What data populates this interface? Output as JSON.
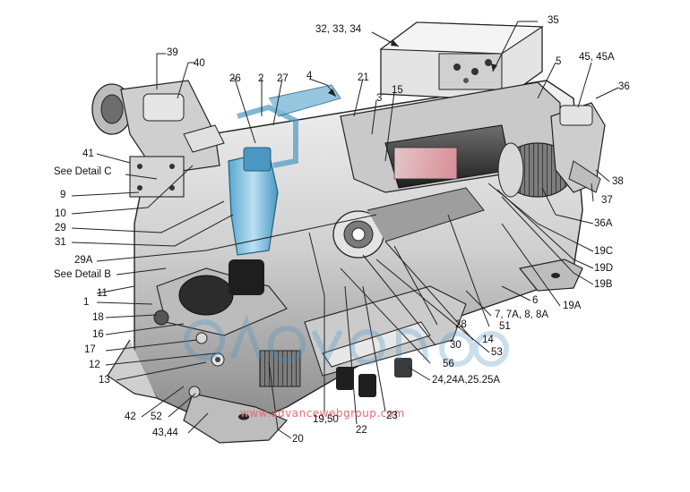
{
  "callouts": [
    {
      "id": "c_32_33_34",
      "text": "32, 33, 34"
    },
    {
      "id": "c_35",
      "text": "35"
    },
    {
      "id": "c_39",
      "text": "39"
    },
    {
      "id": "c_40",
      "text": "40"
    },
    {
      "id": "c_26",
      "text": "26"
    },
    {
      "id": "c_2",
      "text": "2"
    },
    {
      "id": "c_27",
      "text": "27"
    },
    {
      "id": "c_4",
      "text": "4"
    },
    {
      "id": "c_21",
      "text": "21"
    },
    {
      "id": "c_3",
      "text": "3"
    },
    {
      "id": "c_15",
      "text": "15"
    },
    {
      "id": "c_5",
      "text": "5"
    },
    {
      "id": "c_45_45A",
      "text": "45, 45A"
    },
    {
      "id": "c_36",
      "text": "36"
    },
    {
      "id": "c_41",
      "text": "41"
    },
    {
      "id": "c_detail_c",
      "text": "See Detail C"
    },
    {
      "id": "c_9",
      "text": "9"
    },
    {
      "id": "c_10",
      "text": "10"
    },
    {
      "id": "c_29",
      "text": "29"
    },
    {
      "id": "c_31",
      "text": "31"
    },
    {
      "id": "c_29A",
      "text": "29A"
    },
    {
      "id": "c_detail_b",
      "text": "See Detail B"
    },
    {
      "id": "c_11",
      "text": "11"
    },
    {
      "id": "c_1",
      "text": "1"
    },
    {
      "id": "c_18",
      "text": "18"
    },
    {
      "id": "c_16",
      "text": "16"
    },
    {
      "id": "c_17",
      "text": "17"
    },
    {
      "id": "c_12",
      "text": "12"
    },
    {
      "id": "c_13",
      "text": "13"
    },
    {
      "id": "c_42",
      "text": "42"
    },
    {
      "id": "c_52",
      "text": "52"
    },
    {
      "id": "c_43_44",
      "text": "43,44"
    },
    {
      "id": "c_20",
      "text": "20"
    },
    {
      "id": "c_19_50",
      "text": "19,50"
    },
    {
      "id": "c_22",
      "text": "22"
    },
    {
      "id": "c_23",
      "text": "23"
    },
    {
      "id": "c_24_25",
      "text": "24,24A,25.25A"
    },
    {
      "id": "c_56",
      "text": "56"
    },
    {
      "id": "c_53",
      "text": "53"
    },
    {
      "id": "c_30",
      "text": "30"
    },
    {
      "id": "c_14",
      "text": "14"
    },
    {
      "id": "c_28",
      "text": "28"
    },
    {
      "id": "c_51",
      "text": "51"
    },
    {
      "id": "c_7_8",
      "text": "7, 7A, 8, 8A"
    },
    {
      "id": "c_6",
      "text": "6"
    },
    {
      "id": "c_19A",
      "text": "19A"
    },
    {
      "id": "c_19B",
      "text": "19B"
    },
    {
      "id": "c_19D",
      "text": "19D"
    },
    {
      "id": "c_19C",
      "text": "19C"
    },
    {
      "id": "c_36A",
      "text": "36A"
    },
    {
      "id": "c_37",
      "text": "37"
    },
    {
      "id": "c_38",
      "text": "38"
    }
  ],
  "watermark": {
    "logo_text": "advance",
    "site_text": "www.advancewebgroup.com"
  },
  "colors": {
    "line": "#222222",
    "metal": "#d9d9d9",
    "metal_dark": "#9a9a9a",
    "highlight": "#8fc9e6",
    "highlight_dark": "#4a98c2",
    "watermark": "#e46a76"
  }
}
